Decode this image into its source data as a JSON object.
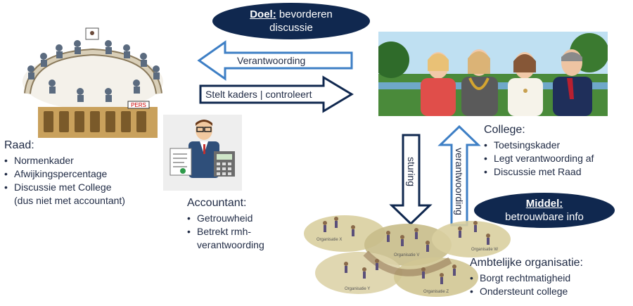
{
  "doel": {
    "key": "Doel:",
    "text": "bevorderen discussie"
  },
  "middel": {
    "key": "Middel:",
    "text": "betrouwbare info"
  },
  "arrows": {
    "verantwoording_left": "Verantwoording",
    "stelt_kaders": "Stelt kaders | controleert",
    "sturing": "sturing",
    "verantwoording_up": "verantwoording"
  },
  "raad": {
    "title": "Raad:",
    "items": [
      "Normenkader",
      "Afwijkingspercentage",
      "Discussie met College",
      "(dus niet met accountant)"
    ]
  },
  "accountant": {
    "title": "Accountant:",
    "items": [
      "Getrouwheid",
      "Betrekt rmh-",
      "verantwoording"
    ]
  },
  "college": {
    "title": "College:",
    "items": [
      "Toetsingskader",
      "Legt verantwoording af",
      "Discussie met Raad"
    ]
  },
  "ambtelijk": {
    "title": "Ambtelijke organisatie:",
    "items": [
      "Borgt rechtmatigheid",
      "Ondersteunt college"
    ]
  },
  "images": {
    "council_sign": "PERS",
    "org_labels": [
      "Organisatie X",
      "Organisatie Y",
      "Organisatie Z",
      "Organisatie W",
      "Organisatie V"
    ]
  },
  "colors": {
    "navy": "#10284f",
    "arrow_blue": "#3e7fc5",
    "text": "#1f2a44"
  }
}
